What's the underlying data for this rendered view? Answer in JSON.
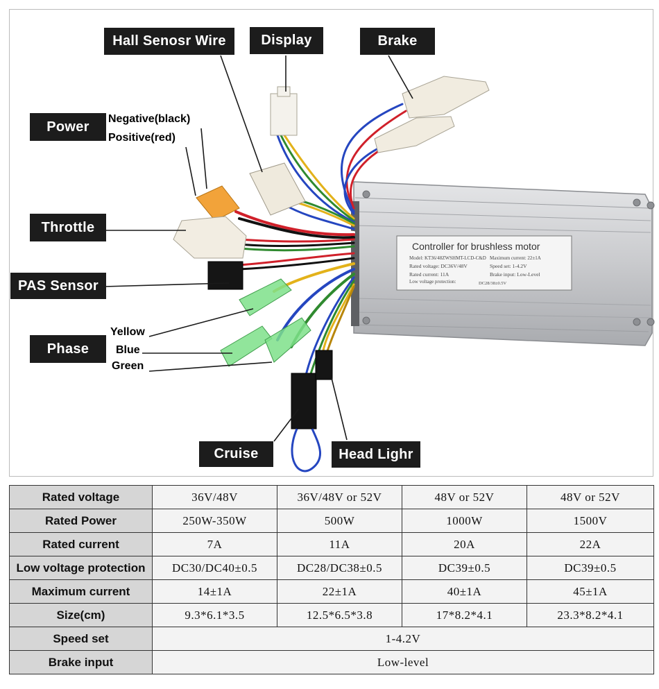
{
  "labels": {
    "hall": "Hall Senosr Wire",
    "display": "Display",
    "brake": "Brake",
    "power": "Power",
    "negative": "Negative(black)",
    "positive": "Positive(red)",
    "throttle": "Throttle",
    "pas": "PAS Sensor",
    "phase": "Phase",
    "yellow": "Yellow",
    "blue": "Blue",
    "green": "Green",
    "cruise": "Cruise",
    "headlight": "Head Lighr"
  },
  "controller_plate": {
    "title": "Controller for brushless motor",
    "model": "Model:  KT36/48ZWSHMT-LCD-C&D",
    "max_current": "Maximum current: 22±1A",
    "rated_voltage": "Rated voltage:   DC36V/48V",
    "speed_set": "Speed set:   1-4.2V",
    "rated_current": "Rated current:   11A",
    "brake_input": "Brake input: Low-Level",
    "low_voltage": "Low voltage protection:",
    "low_voltage_value": "DC28/38±0.5V"
  },
  "colors": {
    "tag_bg": "#1c1c1c",
    "header_cell": "#d6d6d6",
    "value_cell": "#f3f3f3",
    "controller_body": "#c8c9cb",
    "wire_red": "#d0202a",
    "wire_blue": "#2546c0",
    "wire_yellow": "#e3b21a",
    "wire_green": "#2f8a2f",
    "xt60_orange": "#f2a33a"
  },
  "spec_table": {
    "rows": [
      {
        "label": "Rated voltage",
        "values": [
          "36V/48V",
          "36V/48V or 52V",
          "48V or 52V",
          "48V or 52V"
        ]
      },
      {
        "label": "Rated Power",
        "values": [
          "250W-350W",
          "500W",
          "1000W",
          "1500V"
        ]
      },
      {
        "label": "Rated current",
        "values": [
          "7A",
          "11A",
          "20A",
          "22A"
        ]
      },
      {
        "label": "Low voltage protection",
        "values": [
          "DC30/DC40±0.5",
          "DC28/DC38±0.5",
          "DC39±0.5",
          "DC39±0.5"
        ]
      },
      {
        "label": "Maximum current",
        "values": [
          "14±1A",
          "22±1A",
          "40±1A",
          "45±1A"
        ]
      },
      {
        "label": "Size(cm)",
        "values": [
          "9.3*6.1*3.5",
          "12.5*6.5*3.8",
          "17*8.2*4.1",
          "23.3*8.2*4.1"
        ]
      },
      {
        "label": "Speed set",
        "span_value": "1-4.2V"
      },
      {
        "label": "Brake input",
        "span_value": "Low-level"
      }
    ]
  }
}
